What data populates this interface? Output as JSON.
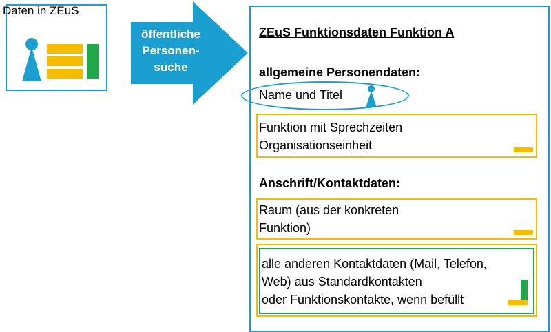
{
  "source": {
    "title": "Daten in ZEuS"
  },
  "arrow": {
    "label_lines": [
      "öffentliche",
      "Personen-",
      "suche"
    ]
  },
  "detail": {
    "title": "ZEuS Funktionsdaten Funktion A",
    "general_heading": "allgemeine Personendaten:",
    "name_label": "Name und Titel",
    "function_lines": [
      "Funktion mit Sprechzeiten",
      "Organisationseinheit"
    ],
    "address_heading": "Anschrift/Kontaktdaten:",
    "room_lines": [
      "Raum (aus der konkreten",
      "Funktion)"
    ],
    "contacts_lines": [
      "alle anderen Kontaktdaten (Mail, Telefon,",
      "Web) aus Standardkontakten",
      "oder Funktionskontakte, wenn befüllt"
    ]
  },
  "colors": {
    "blue": "#1a9fd0",
    "yellow": "#f5bc00",
    "green": "#1ea84a"
  },
  "icons": [
    "person-icon",
    "yellow-bars-icon",
    "green-bar-icon"
  ]
}
